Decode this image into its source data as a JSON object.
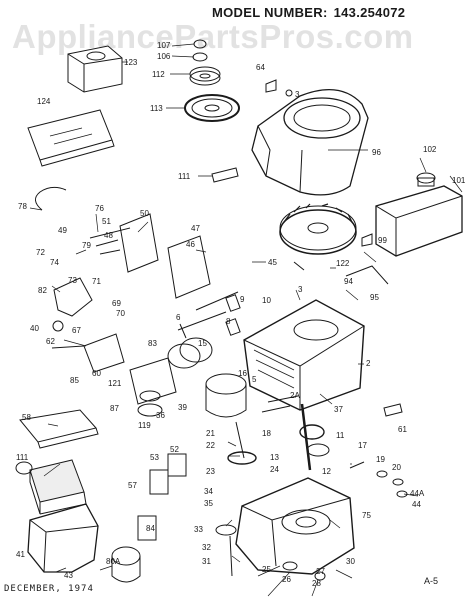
{
  "header": {
    "model_label": "MODEL NUMBER:",
    "model_number": "143.254072",
    "watermark": "AppliancePartsPros.com"
  },
  "footer": {
    "date": "DECEMBER, 1974",
    "page_id": "A-5"
  },
  "diagram": {
    "callouts": [
      "107",
      "106",
      "123",
      "112",
      "64",
      "3",
      "124",
      "113",
      "96",
      "102",
      "101",
      "111",
      "78",
      "76",
      "50",
      "47",
      "51",
      "49",
      "48",
      "79",
      "46",
      "72",
      "74",
      "73",
      "45",
      "122",
      "99",
      "3",
      "94",
      "95",
      "82",
      "71",
      "69",
      "70",
      "9",
      "10",
      "40",
      "67",
      "8",
      "6",
      "62",
      "85",
      "60",
      "83",
      "121",
      "87",
      "2",
      "15",
      "16",
      "2A",
      "37",
      "58",
      "119",
      "36",
      "39",
      "18",
      "21",
      "22",
      "61",
      "11",
      "17",
      "111",
      "53",
      "52",
      "13",
      "19",
      "20",
      "24",
      "23",
      "12",
      "44A",
      "44",
      "57",
      "34",
      "35",
      "75",
      "84",
      "33",
      "41",
      "43",
      "80A",
      "32",
      "31",
      "25",
      "26",
      "27",
      "28",
      "30",
      "5"
    ]
  }
}
